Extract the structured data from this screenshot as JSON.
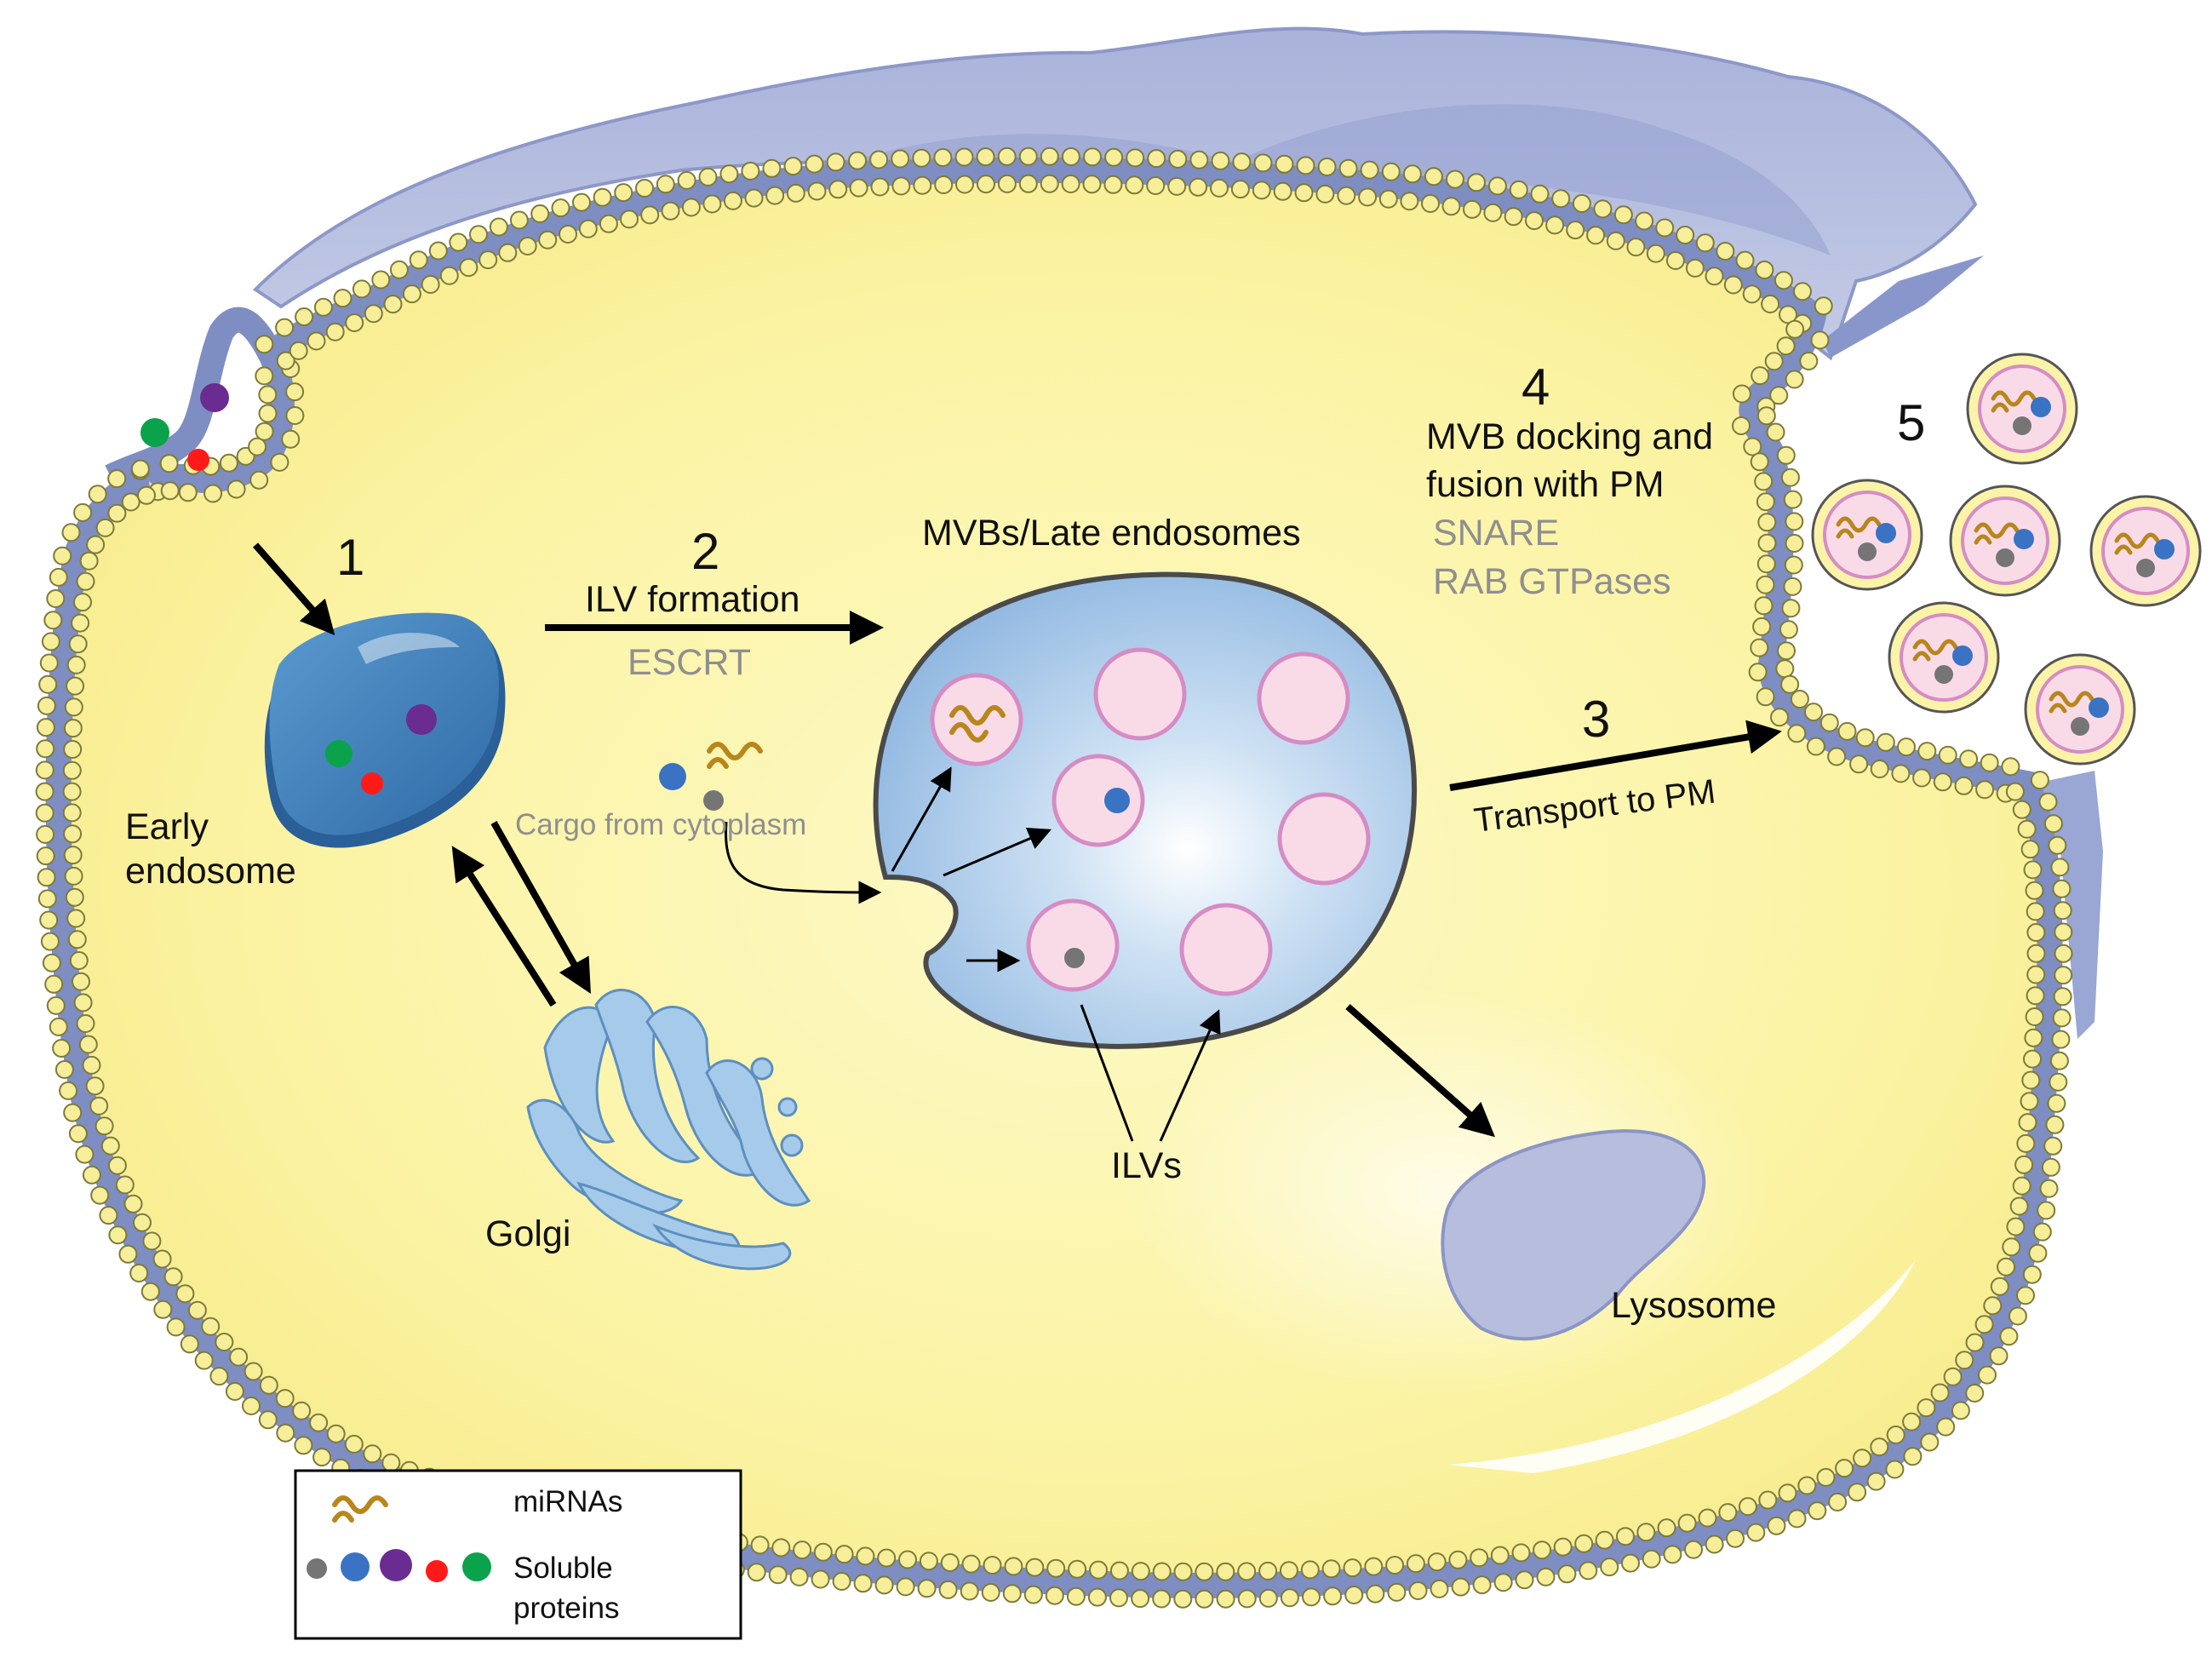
{
  "steps": {
    "s1": "1",
    "s2": "2",
    "s3": "3",
    "s4": "4",
    "s5": "5"
  },
  "labels": {
    "ilv_formation": "ILV formation",
    "escrt": "ESCRT",
    "mvb_title": "MVBs/Late endosomes",
    "mvb_docking_line1": "MVB docking and",
    "mvb_docking_line2": "fusion with PM",
    "snare": "SNARE",
    "rab": "RAB GTPases",
    "transport": "Transport to PM",
    "early_line1": "Early",
    "early_line2": "endosome",
    "cargo": "Cargo  from  cytoplasm",
    "golgi": "Golgi",
    "ilvs": "ILVs",
    "lysosome": "Lysosome"
  },
  "legend": {
    "mirnas": "miRNAs",
    "soluble_line1": "Soluble",
    "soluble_line2": "proteins"
  },
  "colors": {
    "cytoplasm": "#fbf6a6",
    "membrane_blue": "#7e8ec2",
    "lipid_head": "#f7ee9a",
    "endosome_blue": "#3d7db8",
    "mvb_blue": "#a9c9e8",
    "ilv_pink": "#f9dbe8",
    "ilv_border": "#d58cc4",
    "green": "#0aa24a",
    "purple": "#6a2c91",
    "red": "#ff1a1a",
    "blue": "#3a72c4",
    "gray": "#757575",
    "mirna": "#b8861b",
    "lysosome": "#b6bddd",
    "golgi": "#9cc7e8",
    "label_gray": "#8f8f8f"
  }
}
